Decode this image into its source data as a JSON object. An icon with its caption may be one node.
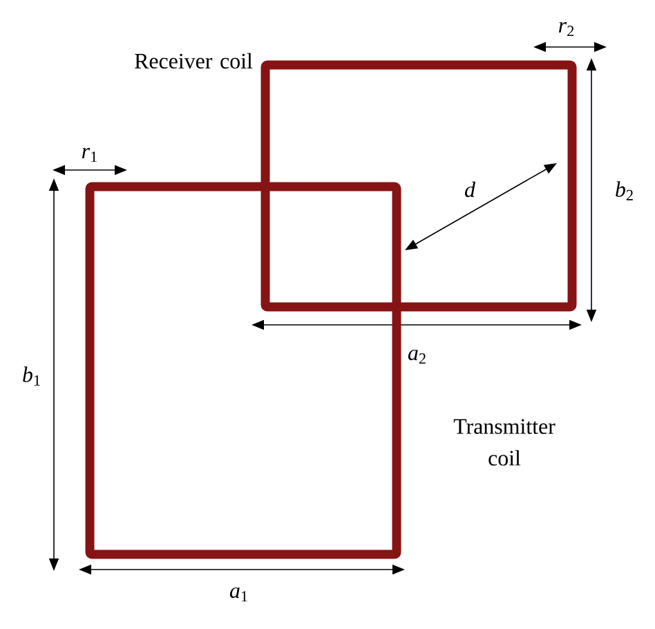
{
  "diagram": {
    "nodes": [
      {
        "text": [
          "Receiver coil"
        ]
      },
      {
        "text": [
          "Transmitter coil"
        ]
      }
    ],
    "labels": [
      "*r*$_{1}$",
      "*r*$_{2}$",
      "*d*",
      "*b*$_{2}$",
      "*b*$_{1}$",
      "*a*$_{2}$",
      "*a*$_{1}$"
    ]
  }
}
